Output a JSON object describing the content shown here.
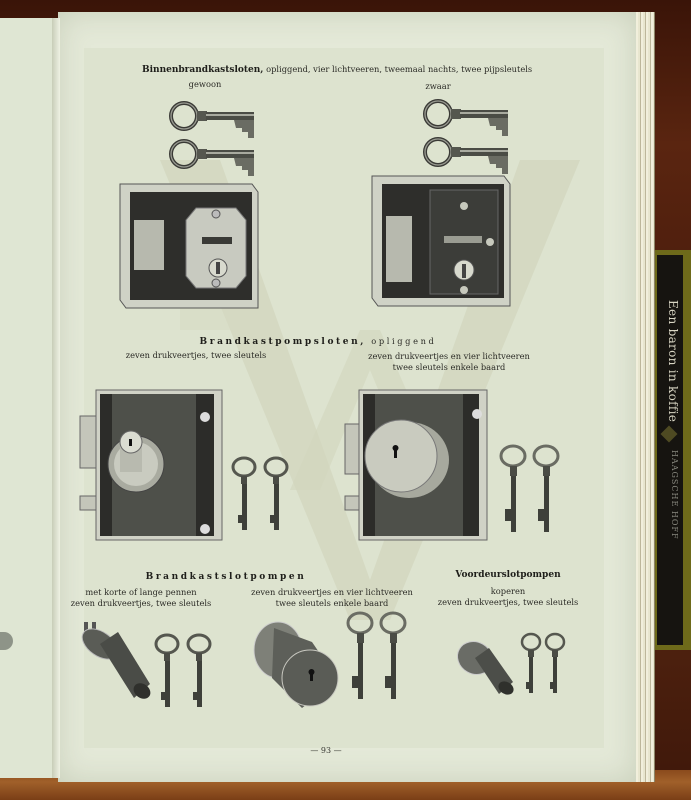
{
  "page": {
    "number_label": "— 93 —",
    "colors": {
      "paper": "#e4e9d8",
      "print_area": "#dde3cf",
      "ink": "#2b2b26",
      "table_wood": "#5a2510",
      "watermark": "#c9ccb2"
    }
  },
  "section1": {
    "title": "Binnenbrandkastsloten,",
    "subtitle": "opliggend, vier lichtveeren, tweemaal nachts, twee pijpsleutels",
    "variants": [
      {
        "label": "gewoon",
        "item": "lock-with-two-pipe-keys"
      },
      {
        "label": "zwaar",
        "item": "heavy-lock-with-two-pipe-keys"
      }
    ]
  },
  "section2": {
    "title": "Brandkastpompsloten,",
    "subtitle": "opliggend",
    "items": [
      {
        "line1": "zeven drukveertjes, twee sleutels",
        "line2": ""
      },
      {
        "line1": "zeven drukveertjes en vier lichtveeren",
        "line2": "twee sleutels enkele baard"
      }
    ]
  },
  "section3": {
    "title": "Brandkastslotpompen",
    "items": [
      {
        "line1": "met korte of lange pennen",
        "line2": "zeven drukveertjes, twee sleutels"
      },
      {
        "line1": "zeven drukveertjes en vier lichtveeren",
        "line2": "twee sleutels enkele baard"
      }
    ]
  },
  "section4": {
    "title": "Voordeurslotpompen",
    "line1": "koperen",
    "line2": "zeven drukveertjes, twee sleutels"
  },
  "book": {
    "spine_title": "Een baron in koffie",
    "spine_author": "HAAGSCHE HOFF"
  }
}
